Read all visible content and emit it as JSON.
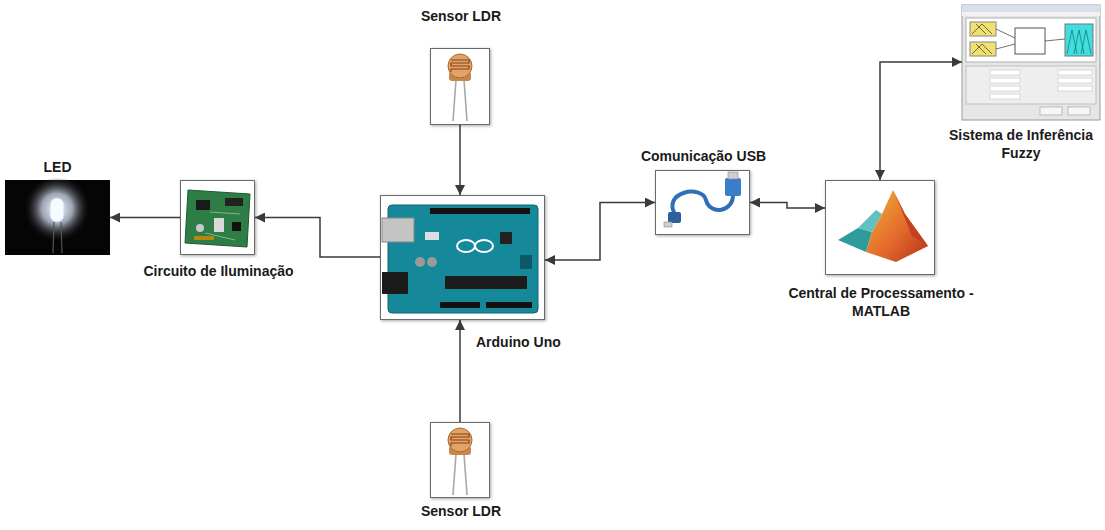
{
  "diagram": {
    "nodes": [
      {
        "text": [
          "Sensor LDR"
        ]
      },
      {
        "text": [
          "LED"
        ]
      },
      {
        "text": [
          "Circuito de Iluminação"
        ]
      },
      {
        "text": [
          "Arduino Uno"
        ]
      },
      {
        "text": [
          "Comunicação USB"
        ]
      },
      {
        "text": [
          "Central de Processamento - MATLAB"
        ]
      },
      {
        "text": [
          "Sistema de Inferência Fuzzy"
        ]
      },
      {
        "text": [
          "Sensor LDR"
        ]
      }
    ],
    "edges": [
      {
        "from": 0,
        "to": 3,
        "arrow": "to"
      },
      {
        "from": 7,
        "to": 3,
        "arrow": "to"
      },
      {
        "from": 3,
        "to": 2,
        "arrow": "to"
      },
      {
        "from": 2,
        "to": 1,
        "arrow": "to"
      },
      {
        "from": 3,
        "to": 4,
        "arrow": "both"
      },
      {
        "from": 4,
        "to": 5,
        "arrow": "both"
      },
      {
        "from": 5,
        "to": 6,
        "arrow": "both"
      }
    ]
  }
}
